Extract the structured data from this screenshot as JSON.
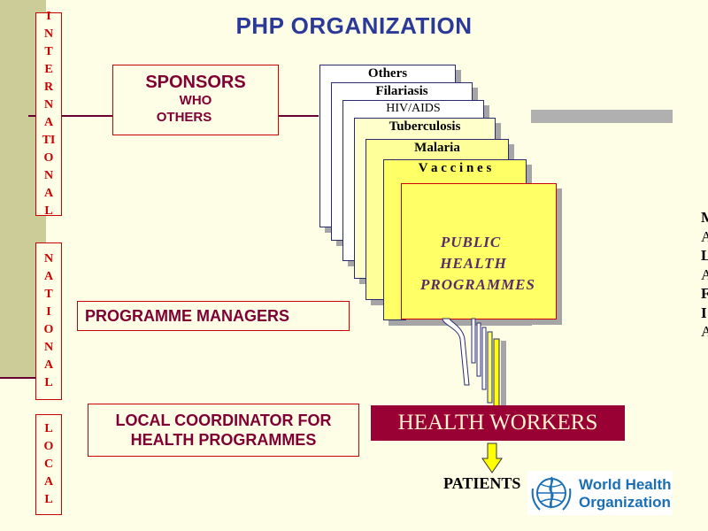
{
  "title": "PHP ORGANIZATION",
  "levels": {
    "international": [
      "I",
      "N",
      "T",
      "E",
      "R",
      "N",
      "A",
      "TI",
      "O",
      "N",
      "A",
      "L"
    ],
    "national": [
      "N",
      "A",
      "T",
      "I",
      "O",
      "N",
      "A",
      "L"
    ],
    "local": [
      "L",
      "O",
      "C",
      "A",
      "L"
    ]
  },
  "sponsors": {
    "line1": "SPONSORS",
    "line2": "WHO",
    "line3": "OTHERS"
  },
  "programme_managers": "PROGRAMME MANAGERS",
  "local_coordinator": {
    "line1": "LOCAL COORDINATOR FOR",
    "line2": "HEALTH PROGRAMMES"
  },
  "programme_cards": [
    "Others",
    "Filariasis",
    "HIV/AIDS",
    "Tuberculosis",
    "Malaria",
    "V a c c i n e s"
  ],
  "public_health": {
    "line1": "PUBLIC",
    "line2": "HEALTH",
    "line3": "PROGRAMMES"
  },
  "health_workers": "HEALTH WORKERS",
  "patients": "PATIENTS",
  "side_letters": [
    "M",
    "A",
    "L",
    "A",
    "F",
    "I",
    "A"
  ],
  "who_logo": {
    "line1": "World Health",
    "line2": "Organization"
  },
  "colors": {
    "background": "#fefde6",
    "level_border": "#cc0000",
    "title": "#2b3a99",
    "health_workers_bg": "#990033",
    "card_fill": "#ffff66",
    "arrow": "#ffff00"
  }
}
